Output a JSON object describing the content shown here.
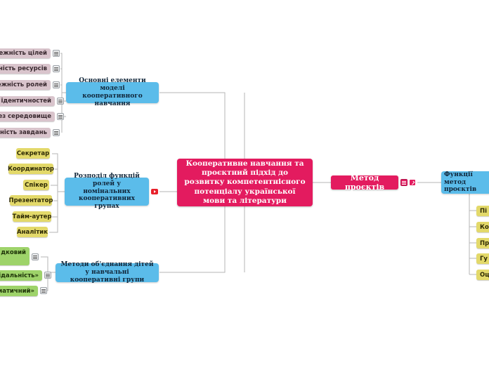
{
  "central": {
    "title": "Кооперативне навчання та проєктний підхід до розвитку компетентнісного потенціалу української мови та літератури"
  },
  "branches": {
    "elements": {
      "title": "Основні елементи моделі кооперативного навчання",
      "items": [
        "алежність цілей",
        "лежність ресурсів",
        "алежність ролей",
        "сть ідентичностей",
        "через середовище",
        "лежність завдань"
      ]
    },
    "roles": {
      "title": "Розподіл функцій ролей у номінальних кооперативних групах",
      "items": [
        "Секретар",
        "Координатор",
        "Спікер",
        "Презентатор",
        "Тайм-аутер",
        "Аналітик"
      ]
    },
    "methods": {
      "title": "Методи об'єднання дітей у навчальні кооперативні групи",
      "items": [
        "дковий",
        "овідальність»",
        "ематичний»"
      ]
    }
  },
  "right": {
    "project_method": "Метод проєктів",
    "functions": {
      "title": "Функції метод проєктів",
      "items": [
        "Пі",
        "Ко",
        "Пр",
        "Гу",
        "Оц"
      ]
    }
  },
  "colors": {
    "central": "#e31b5f",
    "branch": "#5bbcea",
    "leaf_mauve": "#d9c4cc",
    "leaf_yellow": "#e3d96a",
    "leaf_green": "#9ed36a",
    "line": "#b0b0b0"
  },
  "icons": {
    "note": "notes-icon",
    "video": "video-icon",
    "edit": "edit-icon"
  }
}
